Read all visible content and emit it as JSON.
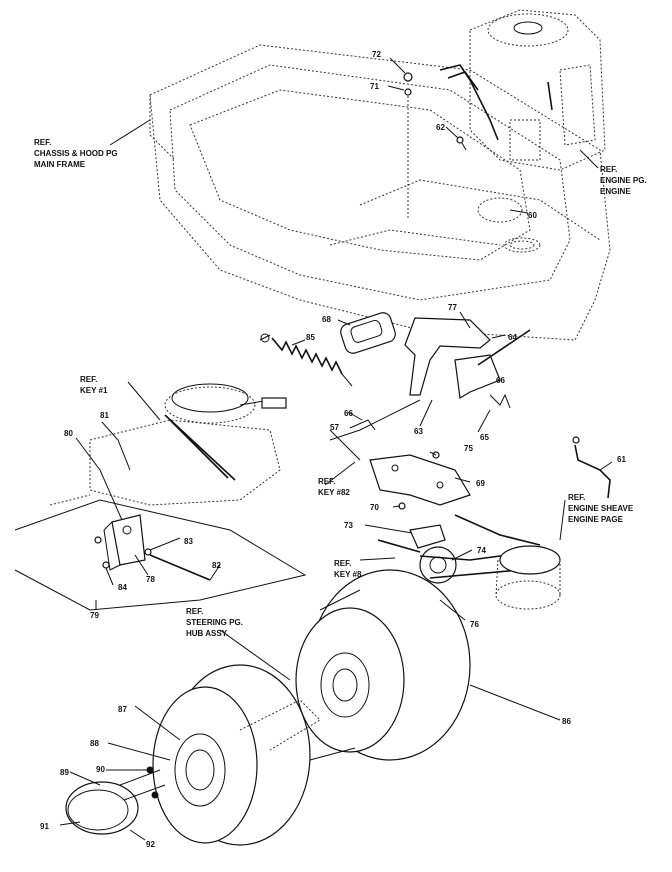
{
  "callouts": {
    "c72": "72",
    "c71": "71",
    "c62": "62",
    "c60": "60",
    "c68": "68",
    "c77": "77",
    "c64": "64",
    "c66": "66",
    "c85": "85",
    "c65": "65",
    "c57": "57",
    "c63": "63",
    "c75": "75",
    "c69": "69",
    "c70": "70",
    "c73": "73",
    "c74": "74",
    "c76": "76",
    "c61": "61",
    "c81": "81",
    "c80": "80",
    "c83": "83",
    "c78": "78",
    "c82": "82",
    "c84": "84",
    "c79": "79",
    "c86": "86",
    "c87": "87",
    "c88": "88",
    "c89": "89",
    "c90": "90",
    "c91": "91",
    "c92": "92"
  },
  "refs": {
    "chassis": [
      "REF.",
      "CHASSIS & HOOD PG",
      "MAIN FRAME"
    ],
    "engine": [
      "REF.",
      "ENGINE PG.",
      "ENGINE"
    ],
    "key1": [
      "REF.",
      "KEY #1"
    ],
    "key82": [
      "REF.",
      "KEY #82"
    ],
    "sheave": [
      "REF.",
      "ENGINE SHEAVE",
      "ENGINE PAGE"
    ],
    "key8": [
      "REF.",
      "KEY #8"
    ],
    "steering": [
      "REF.",
      "STEERING PG.",
      "HUB ASSY."
    ]
  }
}
